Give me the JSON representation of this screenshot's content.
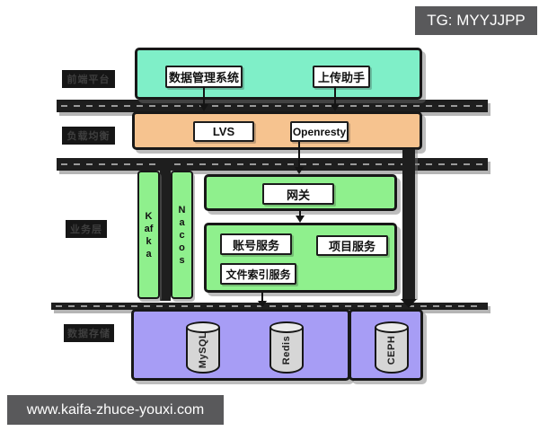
{
  "badges": {
    "tg": "TG: MYYJJPP",
    "site": "www.kaifa-zhuce-youxi.com"
  },
  "layer_labels": {
    "frontend": "前端平台",
    "load_balancing": "负载均衡",
    "business": "业务层",
    "storage": "数据存储"
  },
  "frontend": {
    "data_management_system": "数据管理系统",
    "upload_assistant": "上传助手"
  },
  "load_balancing": {
    "lvs": "LVS",
    "openresty": "Openresty"
  },
  "business": {
    "kafka": "Kafka",
    "nacos": "Nacos",
    "gateway": "网关",
    "account_service": "账号服务",
    "project_service": "项目服务",
    "file_index_service": "文件索引服务"
  },
  "storage": {
    "mysql": "MySQL",
    "redis": "Redis",
    "ceph": "CEPH"
  },
  "colors": {
    "frontend_layer": "#7fefc8",
    "load_balancing_layer": "#f6c38f",
    "business_layer": "#8ff08d",
    "storage_layer": "#a79df5",
    "separator_bar": "#1e1e1e",
    "badge_background": "#59595b",
    "cylinder": "#d6d6d6"
  }
}
